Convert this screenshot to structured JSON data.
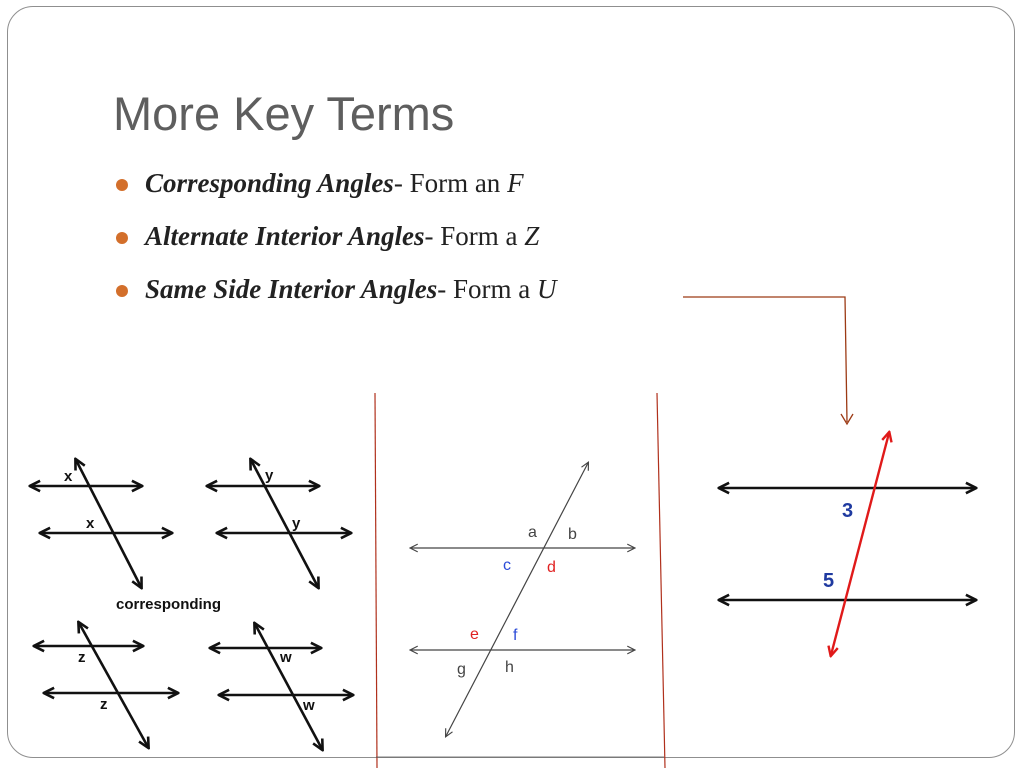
{
  "slide": {
    "title": "More Key Terms",
    "accent_color": "#d36f2b",
    "bullets": [
      {
        "term": "Corresponding Angles",
        "text": "- Form an ",
        "letter": "F"
      },
      {
        "term": "Alternate Interior Angles",
        "text": "- Form a ",
        "letter": "Z"
      },
      {
        "term": "Same Side Interior Angles",
        "text": "- Form a ",
        "letter": "U"
      }
    ]
  },
  "figure_corresponding": {
    "caption": "corresponding",
    "labels": [
      "x",
      "x",
      "y",
      "y",
      "z",
      "z",
      "w",
      "w"
    ]
  },
  "figure_middle": {
    "labels": [
      "a",
      "b",
      "c",
      "d",
      "e",
      "f",
      "g",
      "h"
    ],
    "label_colors": {
      "c": "#2b4bd8",
      "d": "#e02020",
      "e": "#e02020",
      "f": "#2b4bd8"
    }
  },
  "figure_right": {
    "labels": [
      "3",
      "5"
    ],
    "label_color": "#1f3aa0",
    "transversal_color": "#e01a1a"
  },
  "colors": {
    "divider": "#b0301c",
    "connector": "#9c3a14",
    "title": "#5e5e5e"
  }
}
